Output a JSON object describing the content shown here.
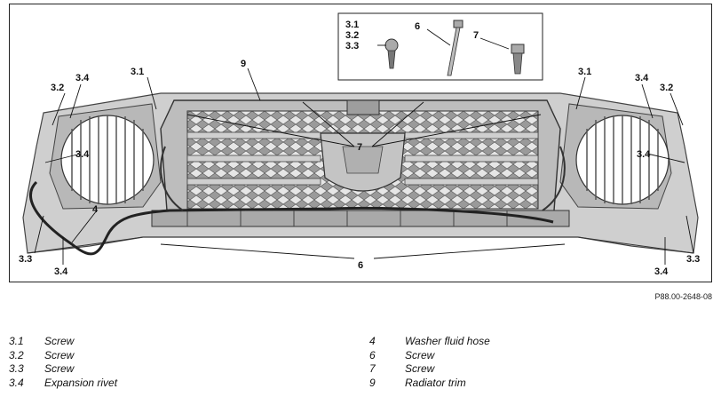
{
  "figure": {
    "code": "P88.00-2648-08",
    "callouts": {
      "c31_left": "3.1",
      "c32_left": "3.2",
      "c34_left_top": "3.4",
      "c34_left_mid": "3.4",
      "c33_left": "3.3",
      "c34_left_bottom": "3.4",
      "c4": "4",
      "c9": "9",
      "c7": "7",
      "c6": "6",
      "c31_right": "3.1",
      "c34_right_top": "3.4",
      "c32_right": "3.2",
      "c34_right_mid": "3.4",
      "c33_right": "3.3",
      "c34_right_bottom": "3.4",
      "inset_31": "3.1",
      "inset_32": "3.2",
      "inset_33": "3.3",
      "inset_6": "6",
      "inset_7": "7"
    }
  },
  "legend": {
    "left": [
      {
        "num": "3.1",
        "text": "Screw"
      },
      {
        "num": "3.2",
        "text": "Screw"
      },
      {
        "num": "3.3",
        "text": "Screw"
      },
      {
        "num": "3.4",
        "text": "Expansion rivet"
      }
    ],
    "right": [
      {
        "num": "4",
        "text": "Washer fluid hose"
      },
      {
        "num": "6",
        "text": "Screw"
      },
      {
        "num": "7",
        "text": "Screw"
      },
      {
        "num": "9",
        "text": "Radiator trim"
      }
    ]
  }
}
